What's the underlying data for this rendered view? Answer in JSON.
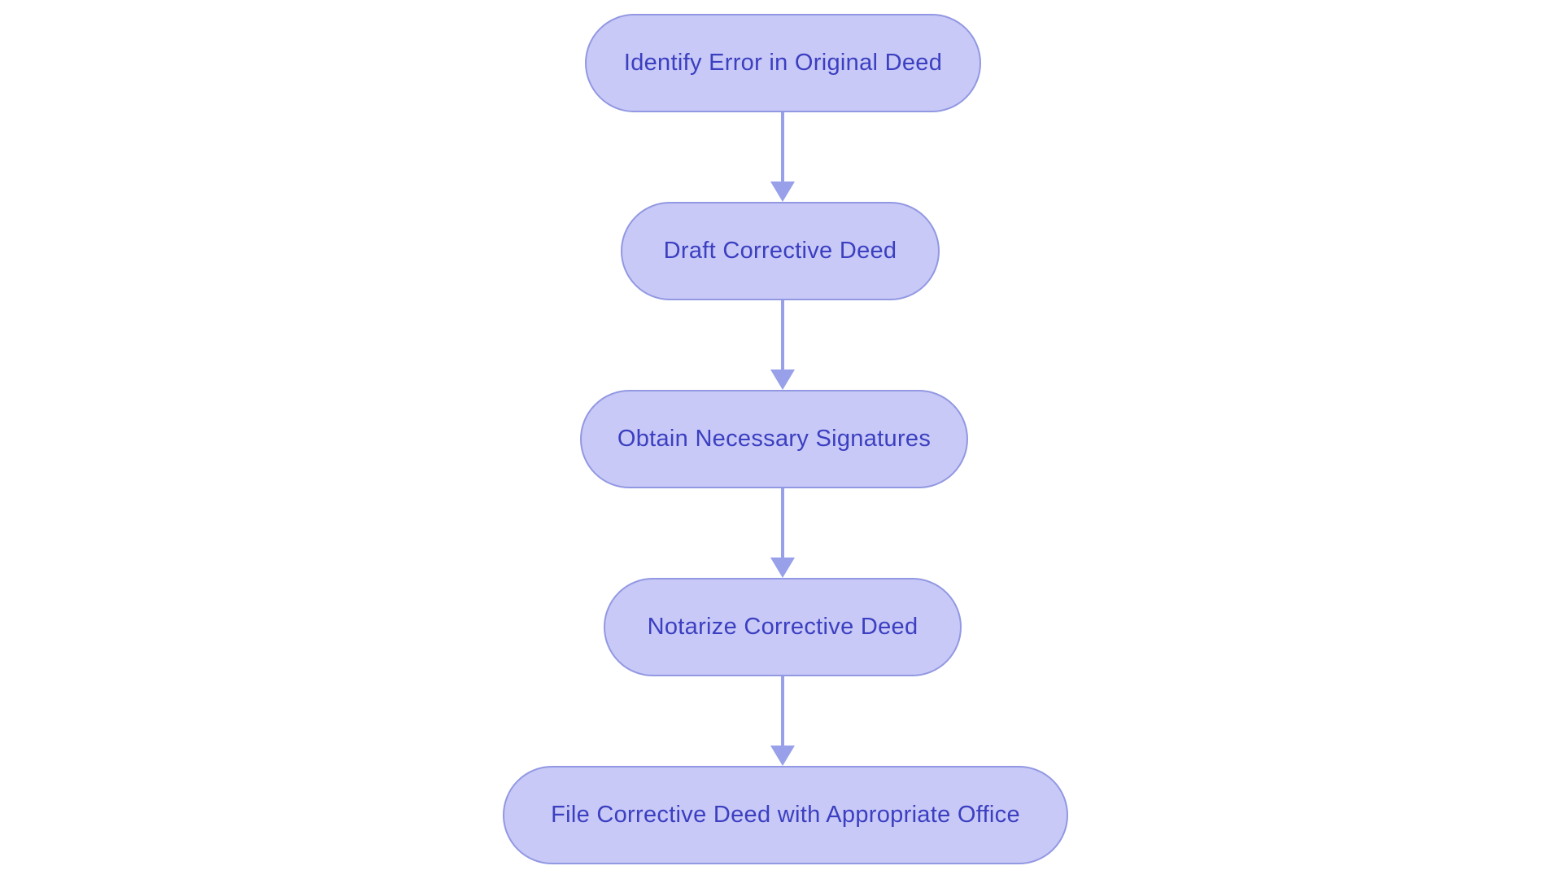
{
  "diagram": {
    "type": "flowchart",
    "direction": "top-down",
    "background": "#ffffff",
    "colors": {
      "node_fill": "#c8c9f7",
      "node_border": "#9298e2",
      "node_text": "#3b3fc0",
      "arrow": "#98a0ea"
    },
    "nodes": [
      {
        "id": "step-1",
        "label": "Identify Error in Original Deed"
      },
      {
        "id": "step-2",
        "label": "Draft Corrective Deed"
      },
      {
        "id": "step-3",
        "label": "Obtain Necessary Signatures"
      },
      {
        "id": "step-4",
        "label": "Notarize Corrective Deed"
      },
      {
        "id": "step-5",
        "label": "File Corrective Deed with Appropriate Office"
      }
    ],
    "edges": [
      {
        "from": "step-1",
        "to": "step-2"
      },
      {
        "from": "step-2",
        "to": "step-3"
      },
      {
        "from": "step-3",
        "to": "step-4"
      },
      {
        "from": "step-4",
        "to": "step-5"
      }
    ]
  }
}
